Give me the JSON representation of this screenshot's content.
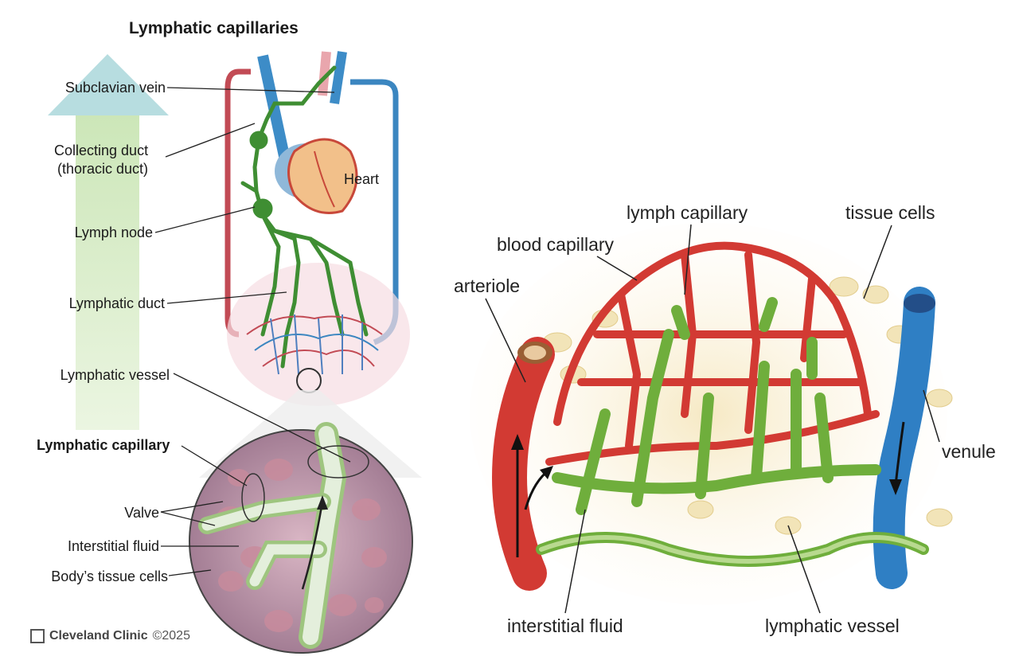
{
  "left_panel": {
    "title": "Lymphatic capillaries",
    "labels": {
      "subclavian_vein": "Subclavian vein",
      "collecting_duct_1": "Collecting duct",
      "collecting_duct_2": "(thoracic duct)",
      "lymph_node": "Lymph node",
      "lymphatic_duct": "Lymphatic duct",
      "lymphatic_vessel": "Lymphatic vessel",
      "lymphatic_capillary": "Lymphatic capillary",
      "valve": "Valve",
      "interstitial_fluid": "Interstitial fluid",
      "body_tissue_cells": "Body’s tissue cells",
      "heart": "Heart"
    },
    "footer": {
      "brand": "Cleveland Clinic",
      "copyright": "©2025"
    }
  },
  "right_panel": {
    "labels": {
      "lymph_capillary": "lymph capillary",
      "tissue_cells": "tissue cells",
      "blood_capillary": "blood capillary",
      "arteriole": "arteriole",
      "venule": "venule",
      "interstitial_fluid": "interstitial fluid",
      "lymphatic_vessel": "lymphatic vessel"
    }
  },
  "colors": {
    "lymph_green": "#6fae3c",
    "artery_red": "#d23a33",
    "vein_blue": "#2f7fc4",
    "tissue_yellow": "#f3e2b0",
    "arrow_green": "#cfe8b8"
  }
}
